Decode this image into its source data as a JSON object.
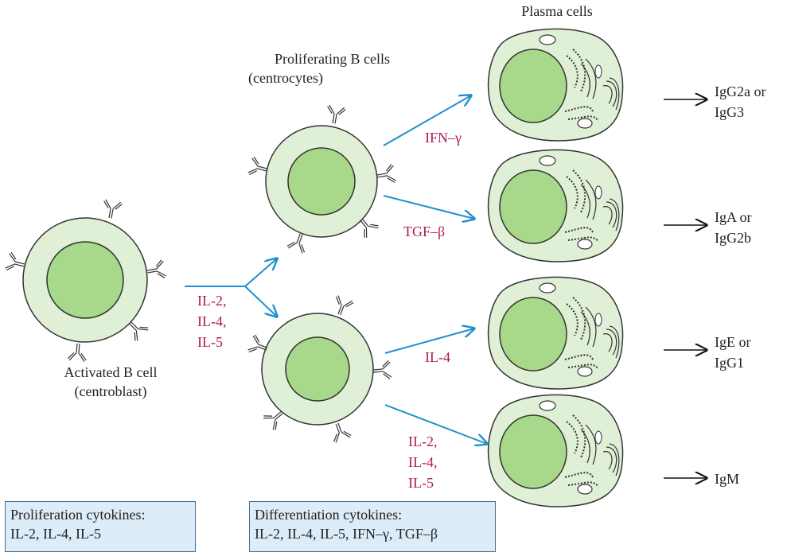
{
  "labels": {
    "activated_cell": "Activated B cell",
    "activated_cell_sub": "(centroblast)",
    "proliferating": "Proliferating B cells",
    "proliferating_sub": "(centrocytes)",
    "plasma": "Plasma cells"
  },
  "cytokines": {
    "proliferation_arrow": [
      "IL-2,",
      "IL-4,",
      "IL-5"
    ],
    "ifn": "IFN–γ",
    "tgf": "TGF–β",
    "il4": "IL-4",
    "mix": [
      "IL-2,",
      "IL-4,",
      "IL-5"
    ]
  },
  "outcomes": [
    [
      "IgG2a or",
      "IgG3"
    ],
    [
      "IgA or",
      "IgG2b"
    ],
    [
      "IgE or",
      "IgG1"
    ],
    [
      "IgM"
    ]
  ],
  "legends": {
    "proliferation_title": "Proliferation cytokines:",
    "proliferation_list": "IL-2, IL-4, IL-5",
    "differentiation_title": "Differentiation cytokines:",
    "differentiation_list": "IL-2, IL-4, IL-5, IFN–γ, TGF–β"
  },
  "colors": {
    "cell_outer": "#dff0d6",
    "nucleus": "#a8d88a",
    "arrow_blue": "#1f8fcf",
    "cytokine_text": "#b0185a",
    "legend_bg": "#dcecf8"
  }
}
